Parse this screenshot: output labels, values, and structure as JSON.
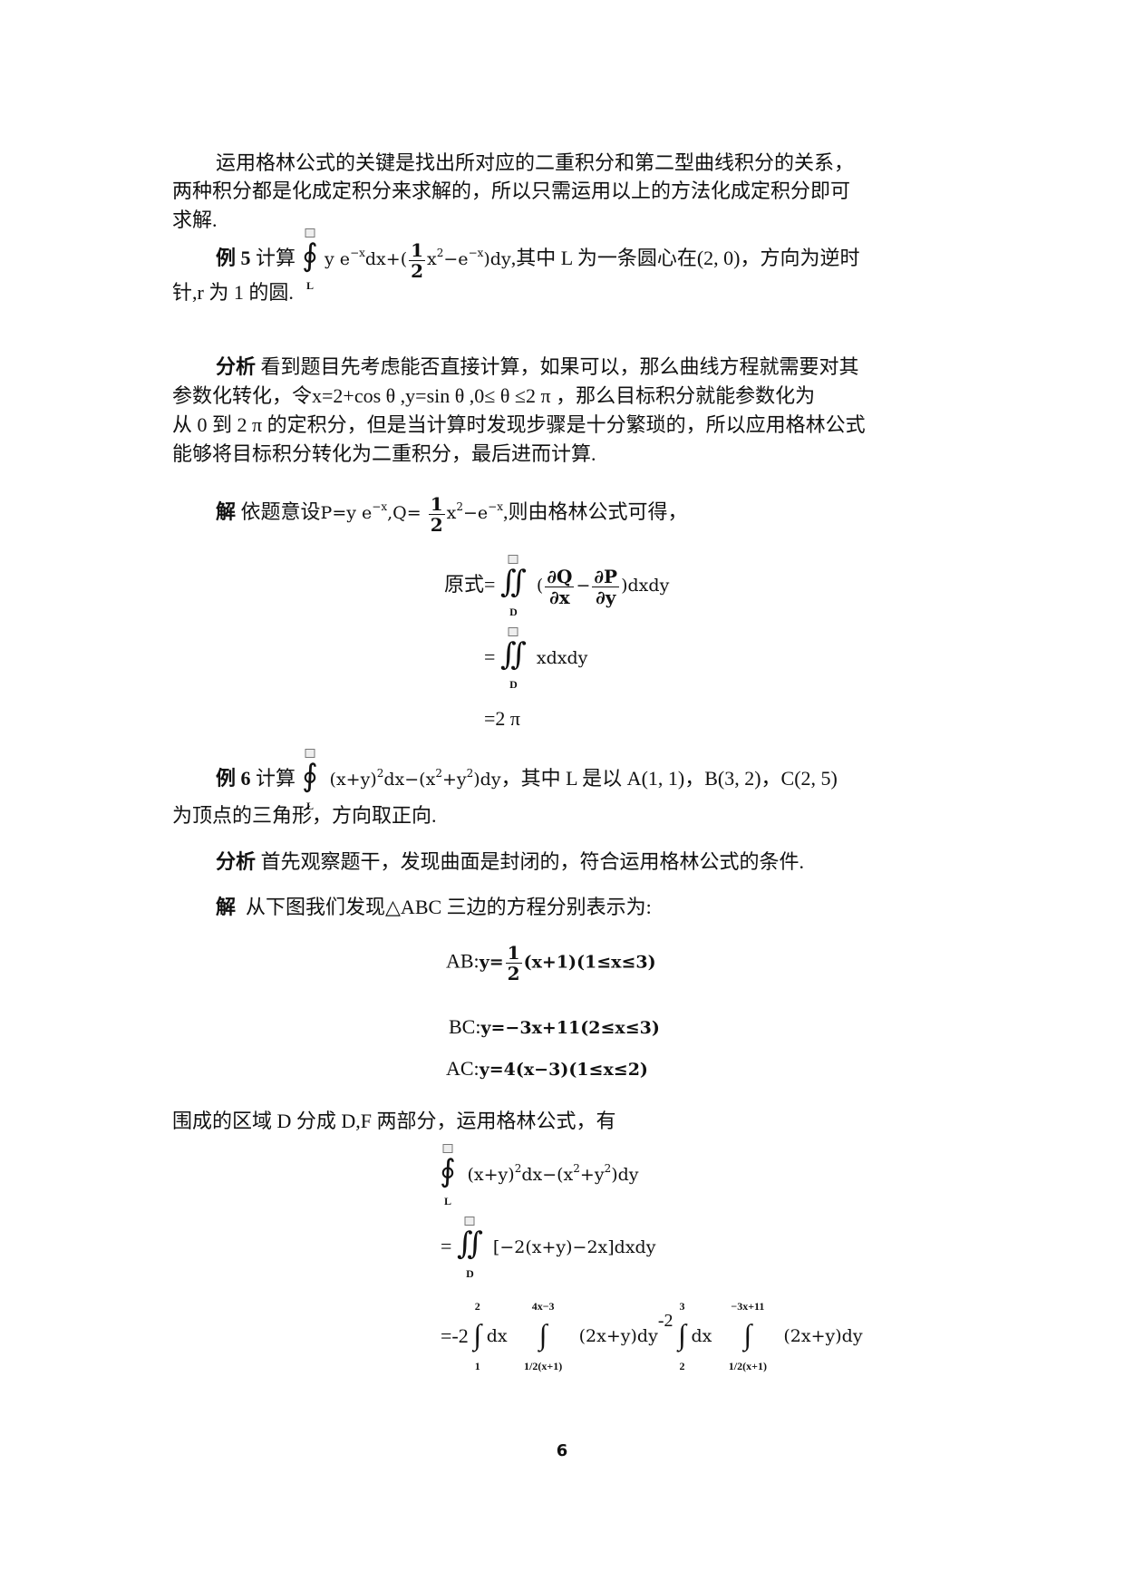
{
  "intro": {
    "line1": "运用格林公式的关键是找出所对应的二重积分和第二型曲线积分的关系，",
    "line2": "两种积分都是化成定积分来求解的，所以只需运用以上的方法化成定积分即可",
    "line3": "求解."
  },
  "example5": {
    "label": "例 5",
    "prefix": "计算",
    "integral_sub": "L",
    "expr_a": "y e",
    "exp_a": "−x",
    "expr_b": "dx+(",
    "frac_num": "1",
    "frac_den": "2",
    "expr_c": "x",
    "exp_c": "2",
    "expr_d": "−e",
    "exp_d": "−x",
    "expr_e": ")dy",
    "suffix": ",其中 L 为一条圆心在(2, 0)，方向为逆时",
    "line2": "针,r 为 1 的圆."
  },
  "analysis5": {
    "label": "分析",
    "line1": "看到题目先考虑能否直接计算，如果可以，那么曲线方程就需要对其",
    "line2": "参数化转化，令x=2+cos θ ,y=sin θ ,0≤ θ ≤2 π ，那么目标积分就能参数化为",
    "line3": "从 0 到 2 π 的定积分，但是当计算时发现步骤是十分繁琐的，所以应用格林公式",
    "line4": "能够将目标积分转化为二重积分，最后进而计算."
  },
  "solution5": {
    "label": "解",
    "text_a": "依题意设",
    "p_def": "P=y e",
    "p_exp": "−x",
    "q_def": ",Q=",
    "frac_num": "1",
    "frac_den": "2",
    "q_expr": "x",
    "q_exp": "2",
    "q_expr2": "−e",
    "q_exp2": "−x",
    "text_b": ",则由格林公式可得，",
    "eq1_lhs": "原式=",
    "eq1_sub": "D",
    "eq1_open": "(",
    "eq1_f1_num": "∂Q",
    "eq1_f1_den": "∂x",
    "eq1_minus": "−",
    "eq1_f2_num": "∂P",
    "eq1_f2_den": "∂y",
    "eq1_close": ")dxdy",
    "eq2_lhs": "=",
    "eq2_sub": "D",
    "eq2_body": "xdxdy",
    "eq3": "=2 π"
  },
  "example6": {
    "label": "例 6",
    "prefix": "计算",
    "integral_sub": "L",
    "expr": "(x+y)",
    "exp1": "2",
    "expr2": "dx−(x",
    "exp2": "2",
    "expr3": "+y",
    "exp3": "2",
    "expr4": ")dy",
    "suffix": "，其中 L 是以 A(1, 1)，B(3, 2)，C(2, 5)",
    "line2": "为顶点的三角形，方向取正向."
  },
  "analysis6": {
    "label": "分析",
    "text": "首先观察题干，发现曲面是封闭的，符合运用格林公式的条件."
  },
  "solution6": {
    "label": "解",
    "text": "从下图我们发现△ABC 三边的方程分别表示为:",
    "ab_label": "AB:",
    "ab_y": "y=",
    "ab_num": "1",
    "ab_den": "2",
    "ab_rest": "(x+1)(1≤x≤3)",
    "bc_label": "BC:",
    "bc_rest": "y=−3x+11(2≤x≤3)",
    "ac_label": "AC:",
    "ac_rest": "y=4(x−3)(1≤x≤2)",
    "region_text": "围成的区域 D 分成 D,F 两部分，运用格林公式，有",
    "e1_sub": "L",
    "e1_a": "(x+y)",
    "e1_exp1": "2",
    "e1_b": "dx−(x",
    "e1_exp2": "2",
    "e1_c": "+y",
    "e1_exp3": "2",
    "e1_d": ")dy",
    "e2_lhs": "=",
    "e2_sub": "D",
    "e2_body": "[−2(x+y)−2x]dxdy",
    "e3_lhs": "=-2",
    "e3_i1_up": "2",
    "e3_i1_lo": "1",
    "e3_dx1": "dx",
    "e3_i2_up": "4x−3",
    "e3_i2_lo": "1/2(x+1)",
    "e3_body1": "(2x+y)dy",
    "e3_mid": "-2",
    "e3_i3_up": "3",
    "e3_i3_lo": "2",
    "e3_dx2": "dx",
    "e3_i4_up": "−3x+11",
    "e3_i4_lo": "1/2(x+1)",
    "e3_body2": "(2x+y)dy"
  },
  "footer": {
    "page_number": "6"
  }
}
